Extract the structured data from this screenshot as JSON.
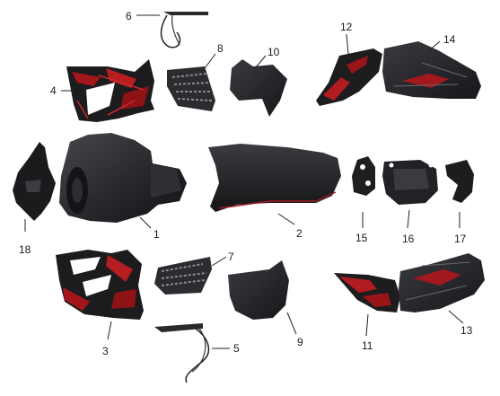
{
  "callouts": [
    {
      "id": "1",
      "text": "1"
    },
    {
      "id": "2",
      "text": "2"
    },
    {
      "id": "3",
      "text": "3"
    },
    {
      "id": "4",
      "text": "4"
    },
    {
      "id": "5",
      "text": "5"
    },
    {
      "id": "6",
      "text": "6"
    },
    {
      "id": "7",
      "text": "7"
    },
    {
      "id": "8",
      "text": "8"
    },
    {
      "id": "9",
      "text": "9"
    },
    {
      "id": "10",
      "text": "10"
    },
    {
      "id": "11",
      "text": "11"
    },
    {
      "id": "12",
      "text": "12"
    },
    {
      "id": "13",
      "text": "13"
    },
    {
      "id": "14",
      "text": "14"
    },
    {
      "id": "15",
      "text": "15"
    },
    {
      "id": "16",
      "text": "16"
    },
    {
      "id": "17",
      "text": "17"
    },
    {
      "id": "18",
      "text": "18"
    }
  ],
  "colors": {
    "plastic_dark": "#1e1e20",
    "plastic_mid": "#34353a",
    "accent_red": "#b0181c",
    "leader_line": "#222222"
  }
}
